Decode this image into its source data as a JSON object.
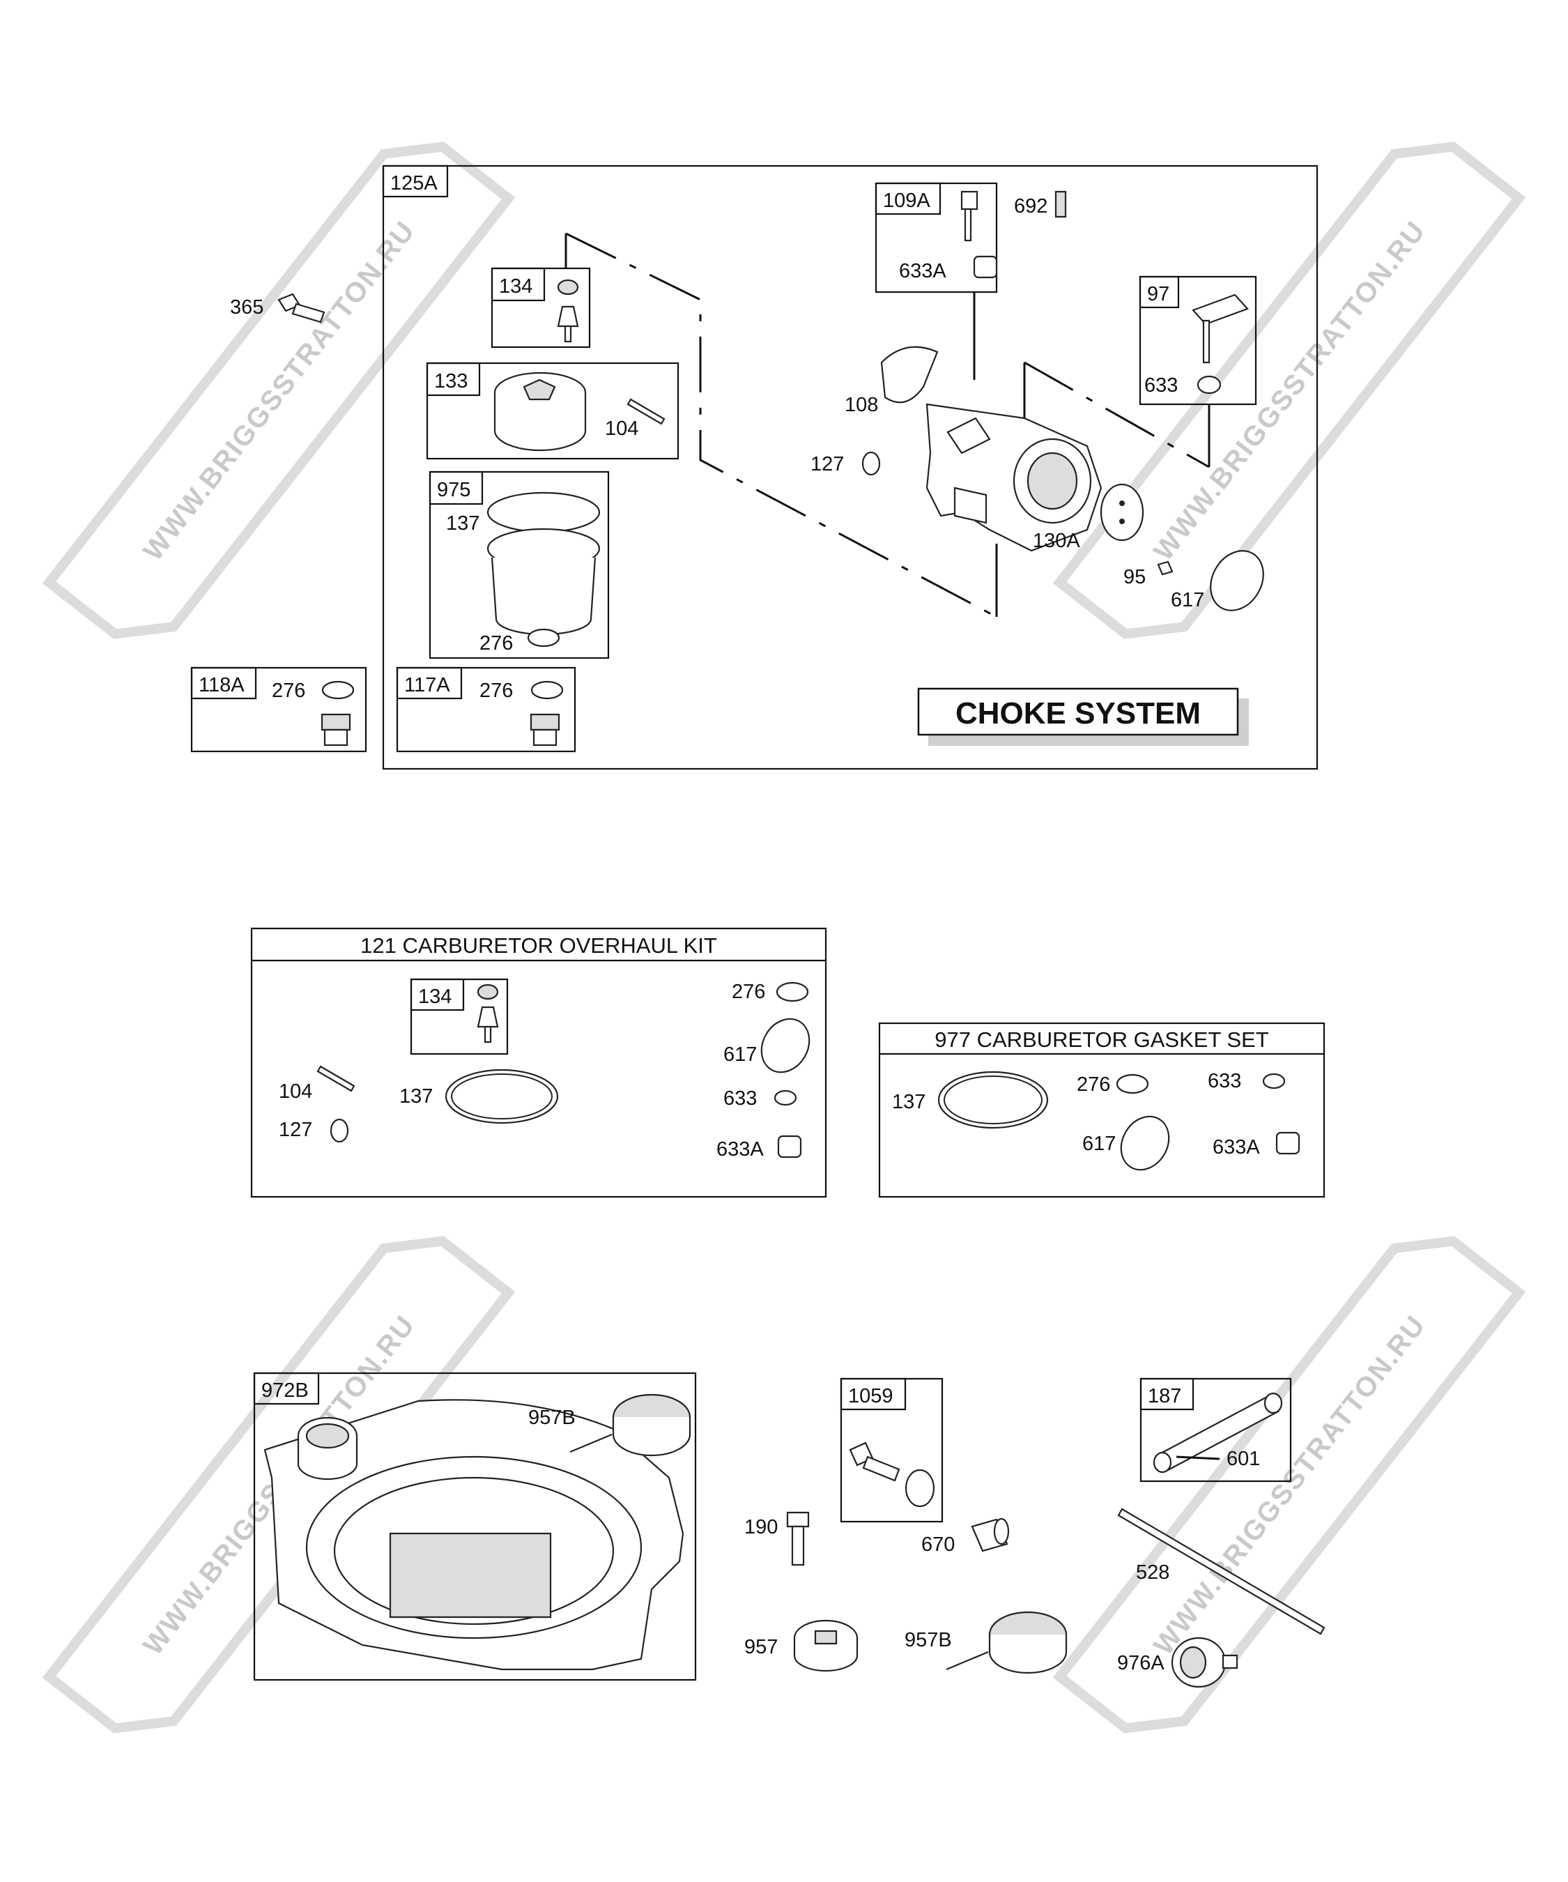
{
  "watermark": "WWW.BRIGGSSTRATTON.RU",
  "carburetor_group": {
    "ref": "125A",
    "system_title": "CHOKE SYSTEM",
    "labels": {
      "p365": "365",
      "p134": "134",
      "p133": "133",
      "p104": "104",
      "p975": "975",
      "p137": "137",
      "p276": "276",
      "p109A": "109A",
      "p692": "692",
      "p633A": "633A",
      "p97": "97",
      "p633": "633",
      "p108": "108",
      "p127": "127",
      "p130A": "130A",
      "p95": "95",
      "p617": "617"
    },
    "sub_118A": {
      "ref": "118A",
      "part": "276"
    },
    "sub_117A": {
      "ref": "117A",
      "part": "276"
    }
  },
  "overhaul_kit": {
    "title": "121 CARBURETOR OVERHAUL KIT",
    "labels": {
      "p134": "134",
      "p104": "104",
      "p127": "127",
      "p137": "137",
      "p276": "276",
      "p617": "617",
      "p633": "633",
      "p633A": "633A"
    }
  },
  "gasket_set": {
    "title": "977 CARBURETOR GASKET SET",
    "labels": {
      "p137": "137",
      "p276": "276",
      "p633": "633",
      "p617": "617",
      "p633A": "633A"
    }
  },
  "tank_group": {
    "labels": {
      "p972B": "972B",
      "p957B_a": "957B",
      "p1059": "1059",
      "p190": "190",
      "p670": "670",
      "p957": "957",
      "p957B_b": "957B",
      "p187": "187",
      "p601": "601",
      "p528": "528",
      "p976A": "976A"
    }
  }
}
